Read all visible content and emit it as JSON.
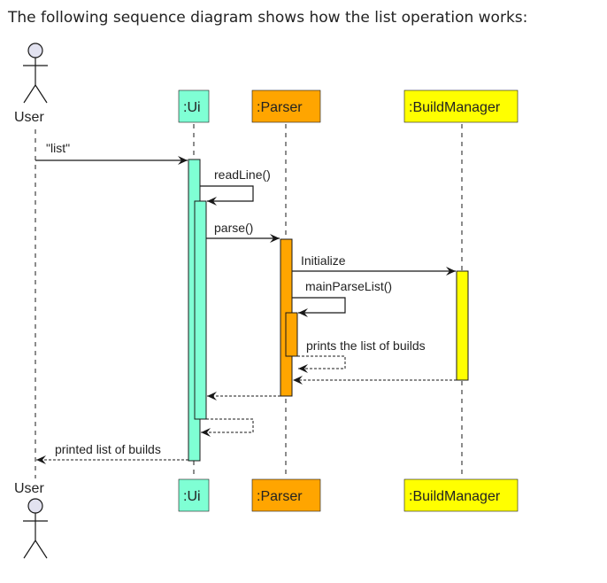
{
  "intro": "The following sequence diagram shows how the list operation works:",
  "actor": {
    "name": "User"
  },
  "participants": {
    "ui": {
      "name": ":Ui",
      "color": "#7fffd4"
    },
    "parser": {
      "name": ":Parser",
      "color": "#ffa500"
    },
    "build_manager": {
      "name": ":BuildManager",
      "color": "#ffff00"
    }
  },
  "messages": {
    "list": "\"list\"",
    "read_line": "readLine()",
    "parse": "parse()",
    "initialize": "Initialize",
    "main_parse_list": "mainParseList()",
    "prints_list": "prints the list of builds",
    "printed_list": "printed list of builds"
  }
}
